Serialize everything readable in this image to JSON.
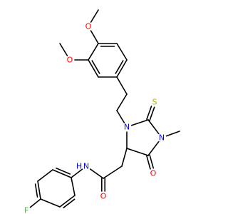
{
  "molecule": {
    "colors": {
      "bond": "#000000",
      "O": "#ff0000",
      "N": "#0000ff",
      "S": "#b2b200",
      "F": "#33cc33",
      "C": "#000000"
    },
    "labels": {
      "o_methoxy_top": "O",
      "o_methoxy_left": "O",
      "n_ring_1": "N",
      "n_ring_3": "N",
      "s_thioxo": "S",
      "o_ring_carbonyl": "O",
      "o_amide": "O",
      "n_amide": "N",
      "h_amide": "H",
      "f_fluoro": "F"
    }
  }
}
